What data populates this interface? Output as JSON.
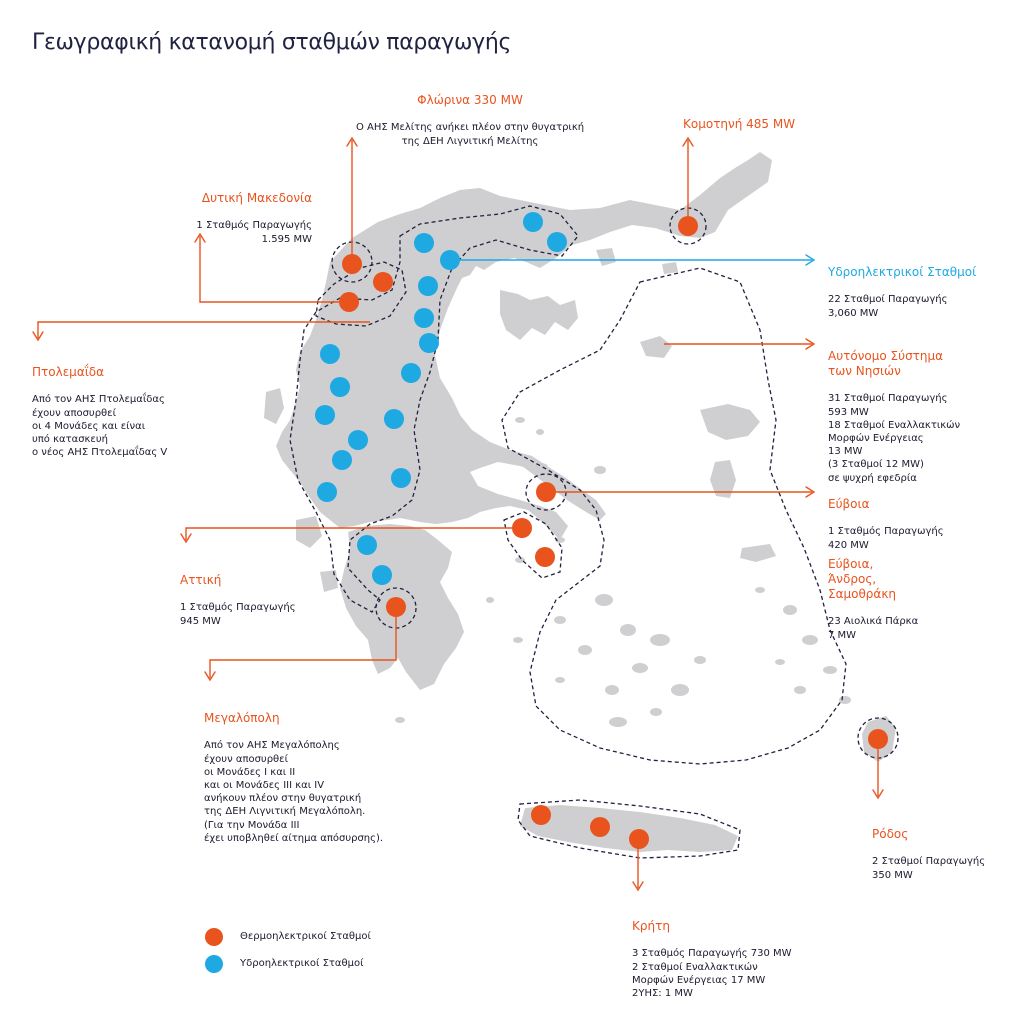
{
  "title": "Γεωγραφική κατανομή σταθμών παραγωγής",
  "colors": {
    "thermal": "#e9541e",
    "hydro": "#1fa9e3",
    "land": "#cfcfd1",
    "text": "#1a1a2e"
  },
  "labels": {
    "florina": {
      "head": "Φλώρινα 330 MW",
      "body": "Ο ΑΗΣ Μελίτης ανήκει πλέον στην θυγατρική\nτης ΔΕΗ Λιγνιτική Μελίτης"
    },
    "komotini": {
      "head": "Κομοτηνή 485 MW",
      "body": ""
    },
    "dytiki": {
      "head": "Δυτική Μακεδονία",
      "body": "1 Σταθμός Παραγωγής\n1.595 MW"
    },
    "ptolemaida": {
      "head": "Πτολεμαΐδα",
      "body": "Από τον ΑΗΣ Πτολεμαΐδας\nέχουν αποσυρθεί\nοι 4 Μονάδες και είναι\nυπό κατασκευή\nο νέος ΑΗΣ Πτολεμαΐδας V"
    },
    "hydro": {
      "head": "Υδροηλεκτρικοί Σταθμοί",
      "body": "22 Σταθμοί Παραγωγής\n3,060 MW"
    },
    "islands": {
      "head": "Αυτόνομο Σύστημα\nτων Νησιών",
      "body": "31 Σταθμοί Παραγωγής\n593 MW\n18 Σταθμοί Εναλλακτικών\nΜορφών Ενέργειας\n13 MW\n(3 Σταθμοί 12 MW)\nσε ψυχρή εφεδρία"
    },
    "evia": {
      "head": "Εύβοια",
      "body": "1 Σταθμός Παραγωγής\n420 MW"
    },
    "evia_wind": {
      "head": "Εύβοια,\nΆνδρος,\nΣαμοθράκη",
      "body": "23 Αιολικά Πάρκα\n7 MW"
    },
    "attiki": {
      "head": "Αττική",
      "body": "1 Σταθμός Παραγωγής\n945 MW"
    },
    "megalopoli": {
      "head": "Μεγαλόπολη",
      "body": "Από τον ΑΗΣ Μεγαλόπολης\nέχουν αποσυρθεί\nοι Μονάδες Ι και ΙΙ\nκαι οι Μονάδες ΙΙΙ και ΙV\nανήκουν πλέον στην θυγατρική\nτης ΔΕΗ Λιγνιτική Μεγαλόπολη.\n(Για την Μονάδα ΙΙΙ\nέχει υποβληθεί αίτημα απόσυρσης)."
    },
    "rodos": {
      "head": "Ρόδος",
      "body": "2 Σταθμοί Παραγωγής\n350 MW"
    },
    "kriti": {
      "head": "Κρήτη",
      "body": "3 Σταθμός Παραγωγής 730 MW\n2 Σταθμοί Εναλλακτικών\nΜορφών Ενέργειας 17 MW\n2ΥΗΣ: 1 MW"
    }
  },
  "legend": {
    "thermal": "Θερμοηλεκτρικοί Σταθμοί",
    "hydro": "Υδροηλεκτρικοί Σταθμοί"
  }
}
